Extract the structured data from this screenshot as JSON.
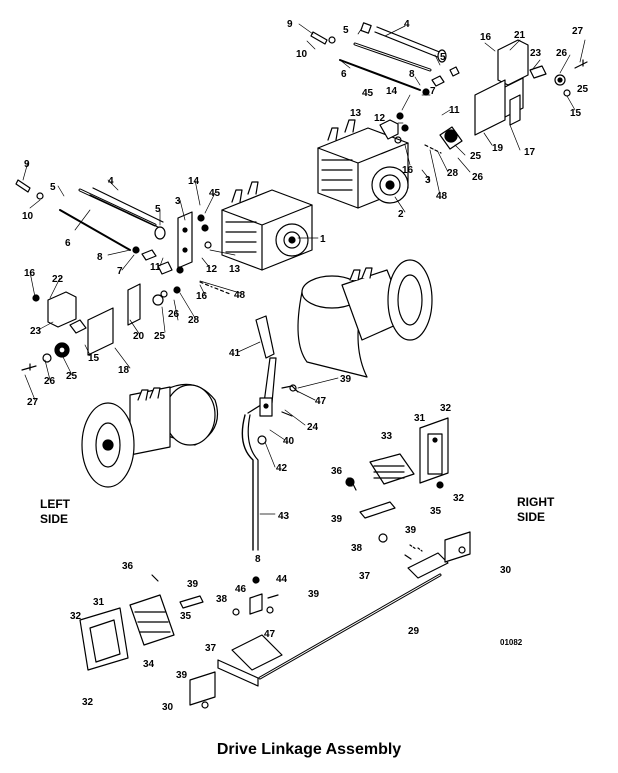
{
  "diagram": {
    "caption": "Drive Linkage Assembly",
    "drawing_number": "01082",
    "left_label_line1": "LEFT",
    "left_label_line2": "SIDE",
    "right_label_line1": "RIGHT",
    "right_label_line2": "SIDE"
  },
  "callouts": [
    "9",
    "5",
    "4",
    "10",
    "6",
    "5",
    "16",
    "21",
    "23",
    "26",
    "27",
    "25",
    "15",
    "8",
    "14",
    "7",
    "45",
    "11",
    "12",
    "13",
    "17",
    "19",
    "25",
    "26",
    "28",
    "16",
    "3",
    "48",
    "2",
    "9",
    "5",
    "4",
    "10",
    "6",
    "5",
    "14",
    "45",
    "3",
    "1",
    "8",
    "7",
    "11",
    "12",
    "13",
    "16",
    "48",
    "16",
    "22",
    "23",
    "20",
    "25",
    "26",
    "28",
    "15",
    "18",
    "25",
    "26",
    "27",
    "41",
    "39",
    "47",
    "24",
    "40",
    "42",
    "43",
    "31",
    "32",
    "33",
    "36",
    "32",
    "39",
    "35",
    "39",
    "38",
    "37",
    "30",
    "36",
    "39",
    "46",
    "44",
    "38",
    "8",
    "39",
    "32",
    "31",
    "35",
    "47",
    "34",
    "37",
    "29",
    "39",
    "30",
    "32"
  ],
  "colors": {
    "ink": "#000000",
    "paper": "#ffffff"
  }
}
